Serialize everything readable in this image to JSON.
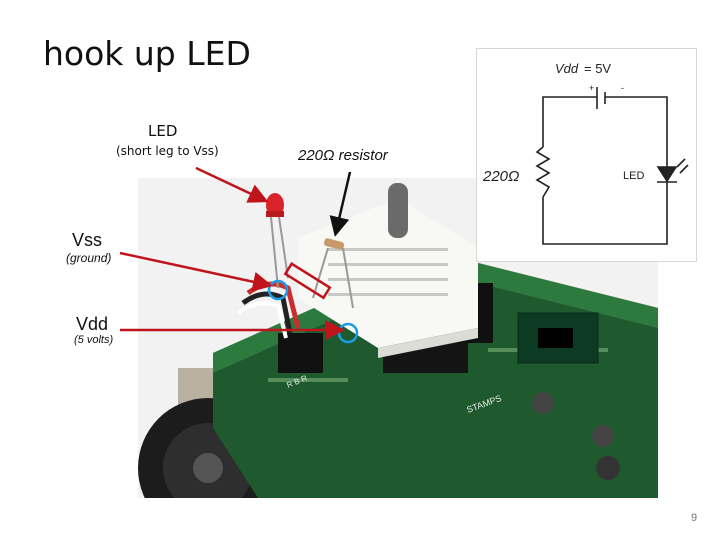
{
  "slide": {
    "title": "hook up LED",
    "page_number": "9"
  },
  "labels": {
    "led_title": "LED",
    "led_note": "(short leg to Vss)",
    "resistor": "220Ω  resistor",
    "vss": "Vss",
    "vss_note": "(ground)",
    "vdd": "Vdd",
    "vdd_note": "(5 volts)"
  },
  "schematic": {
    "vdd_label": "Vdd",
    "vdd_value": "= 5V",
    "plus": "+",
    "minus": "-",
    "resistor_label": "220Ω",
    "led_label": "LED"
  },
  "colors": {
    "arrow_red": "#c0141c",
    "circle_blue": "#1e9be6",
    "board_green": "#1e5a2e",
    "led_red": "#d8242a"
  }
}
